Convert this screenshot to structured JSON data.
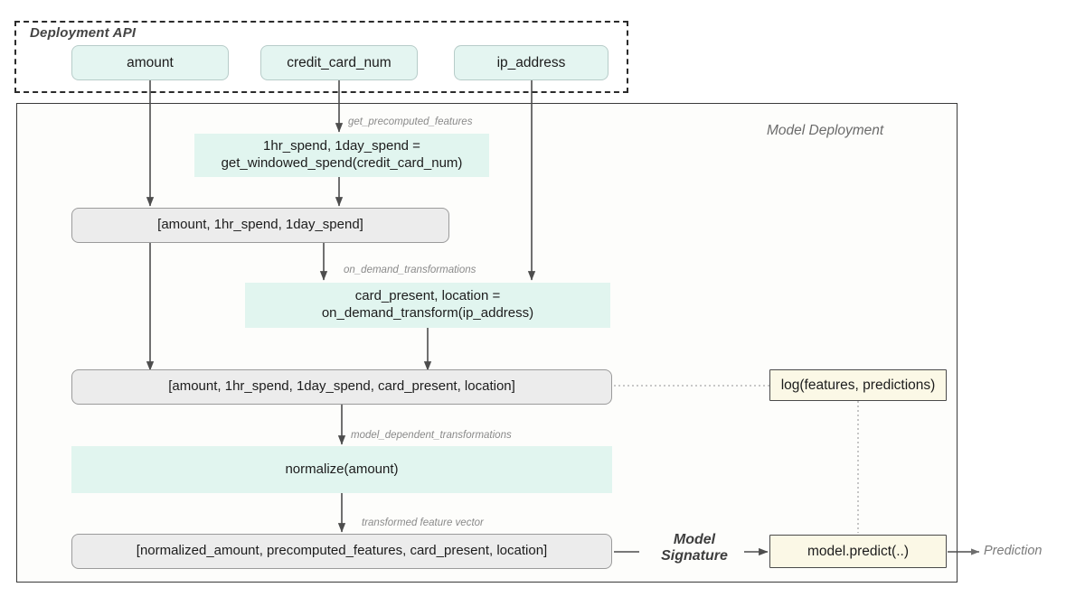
{
  "groups": {
    "deployment_api": {
      "title": "Deployment API"
    },
    "model_deployment": {
      "title": "Model Deployment"
    }
  },
  "inputs": [
    {
      "label": "amount"
    },
    {
      "label": "credit_card_num"
    },
    {
      "label": "ip_address"
    }
  ],
  "edge_labels": {
    "get_precomputed_features": "get_precomputed_features",
    "on_demand_transformations": "on_demand_transformations",
    "model_dependent_transformations": "model_dependent_transformations",
    "transformed_feature_vector": "transformed feature vector"
  },
  "transforms": {
    "windowed_spend": {
      "line1": "1hr_spend, 1day_spend  =",
      "line2": "get_windowed_spend(credit_card_num)"
    },
    "on_demand": {
      "line1": "card_present, location =",
      "line2": "on_demand_transform(ip_address)"
    },
    "normalize": {
      "line1": "normalize(amount)"
    }
  },
  "feature_vectors": {
    "precomputed": "[amount, 1hr_spend, 1day_spend]",
    "combined": "[amount, 1hr_spend, 1day_spend, card_present, location]",
    "transformed": "[normalized_amount, precomputed_features, card_present, location]"
  },
  "right_column": {
    "logging": "log(features, predictions)",
    "predict": "model.predict(..)",
    "model_signature_line1": "Model",
    "model_signature_line2": "Signature",
    "prediction": "Prediction"
  },
  "colors": {
    "input_fill": "#e4f5f1",
    "grey_fill": "#ececec",
    "teal_fill": "#e1f5ef",
    "cream_fill": "#fbf8e6",
    "wire": "#4d4d4d",
    "label_text": "#8a8a8a"
  }
}
